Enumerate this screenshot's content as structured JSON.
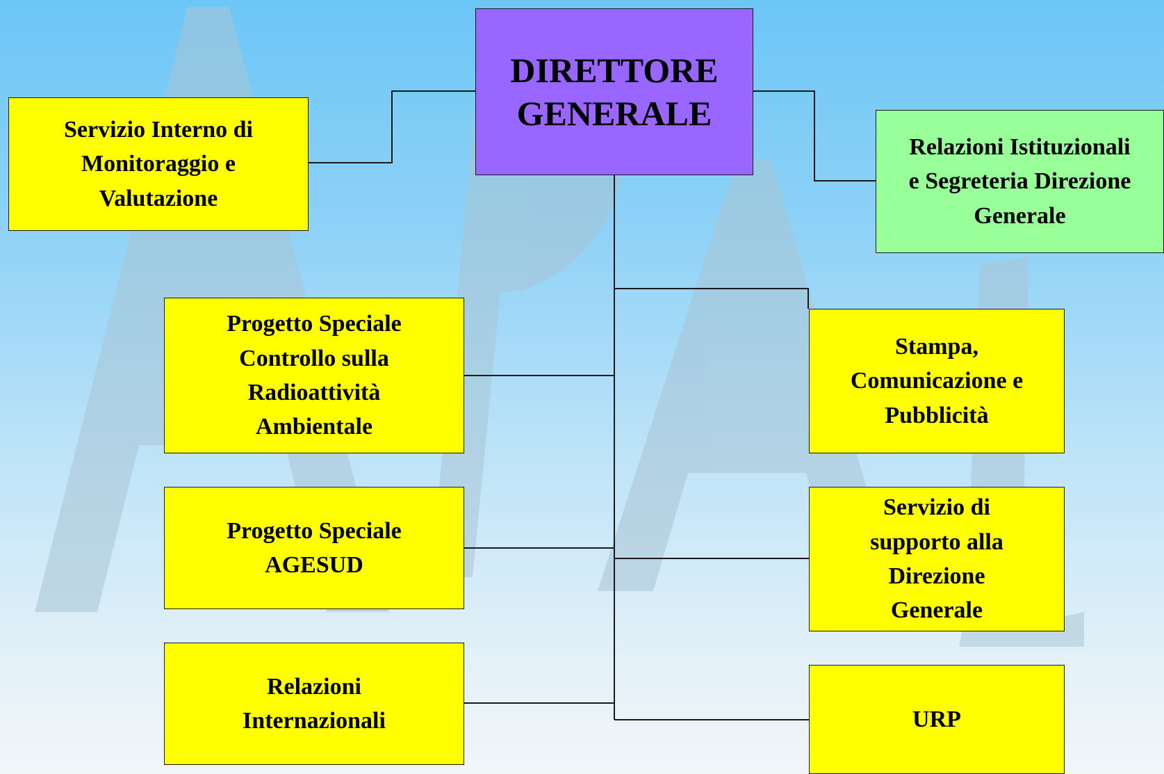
{
  "colors": {
    "direttore": "#9966ff",
    "unit": "#ffff00",
    "relazioni_istituzionali": "#99ff99",
    "connector": "#1a1a1a",
    "watermark": "#a9c4d4"
  },
  "watermark": {
    "text": "APAT"
  },
  "boxes": {
    "direttore": "DIRETTORE\nGENERALE",
    "monitoraggio": "Servizio Interno di\nMonitoraggio e\nValutazione",
    "relazioni_istituzionali": "Relazioni Istituzionali\ne Segreteria Direzione\nGenerale",
    "radioattivita": "Progetto Speciale\nControllo sulla\nRadioattività\nAmbientale",
    "agesud": "Progetto Speciale\nAGESUD",
    "relazioni_internazionali": "Relazioni\nInternazionali",
    "stampa": "Stampa,\nComunicazione e\nPubblicità",
    "supporto": "Servizio di\nsupporto alla\nDirezione\nGenerale",
    "urp": "URP"
  }
}
